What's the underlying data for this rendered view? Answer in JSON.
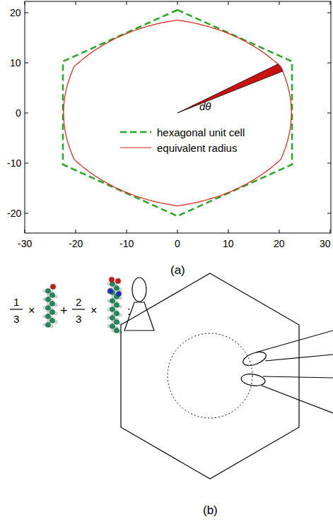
{
  "diagram": {
    "labels": [
      "20",
      "10",
      "0",
      "-10",
      "-20",
      "-30",
      "-20",
      "-10",
      "0",
      "10",
      "20",
      "30",
      "dθ",
      "(a)",
      "1",
      "3",
      "×",
      "+",
      "2",
      "3",
      "×",
      ":",
      "(b)"
    ],
    "legend": [
      {
        "text": "hexagonal unit cell"
      },
      {
        "text": "equivalent radius"
      }
    ]
  }
}
